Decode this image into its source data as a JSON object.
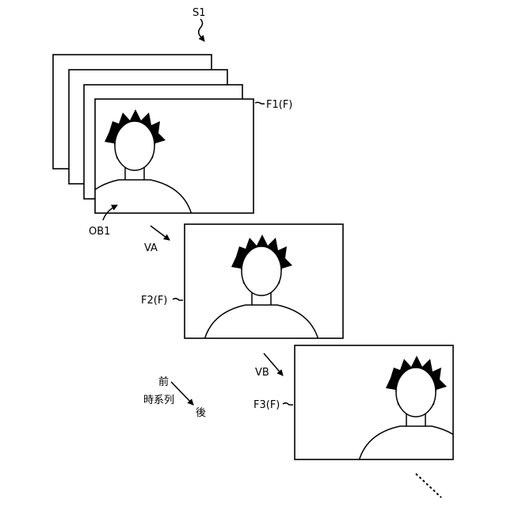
{
  "labels": {
    "sequence": "S1",
    "frame1": "F1(F)",
    "frame2": "F2(F)",
    "frame3": "F3(F)",
    "object": "OB1",
    "vector_a": "VA",
    "vector_b": "VB"
  },
  "time_axis": {
    "before": "前",
    "label": "時系列",
    "after": "後"
  }
}
